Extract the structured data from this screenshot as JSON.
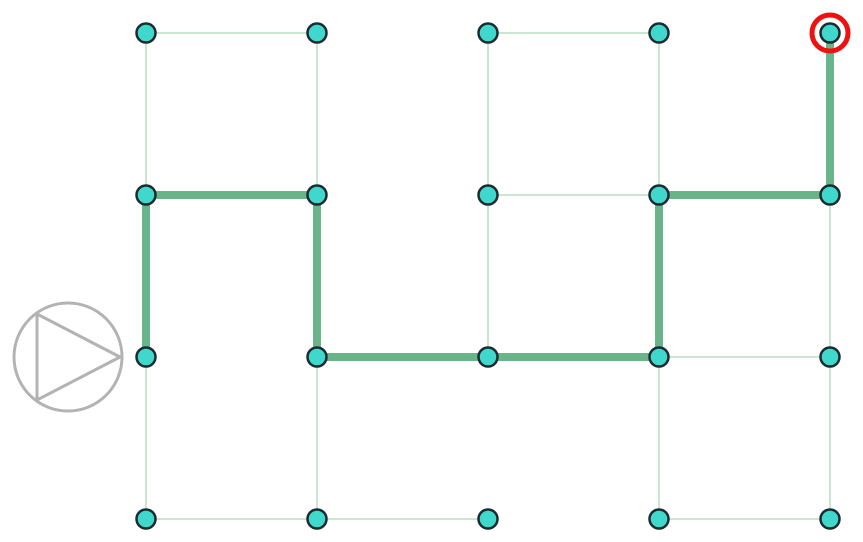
{
  "colors": {
    "background": "#ffffff",
    "node_fill": "#40d8cc",
    "node_stroke": "#1c2b2f",
    "grid_edge": "#c8e6d2",
    "path_edge": "#6ab48a",
    "target_ring": "#ee1111",
    "play_button": "#b3b3b3"
  },
  "puzzle": {
    "columns": 5,
    "rows": 4,
    "nodes": [
      {
        "col": 0,
        "row": 0
      },
      {
        "col": 1,
        "row": 0
      },
      {
        "col": 2,
        "row": 0
      },
      {
        "col": 3,
        "row": 0
      },
      {
        "col": 4,
        "row": 0
      },
      {
        "col": 0,
        "row": 1
      },
      {
        "col": 1,
        "row": 1
      },
      {
        "col": 2,
        "row": 1
      },
      {
        "col": 3,
        "row": 1
      },
      {
        "col": 4,
        "row": 1
      },
      {
        "col": 0,
        "row": 2
      },
      {
        "col": 1,
        "row": 2
      },
      {
        "col": 2,
        "row": 2
      },
      {
        "col": 3,
        "row": 2
      },
      {
        "col": 4,
        "row": 2
      },
      {
        "col": 0,
        "row": 3
      },
      {
        "col": 1,
        "row": 3
      },
      {
        "col": 2,
        "row": 3
      },
      {
        "col": 3,
        "row": 3
      },
      {
        "col": 4,
        "row": 3
      }
    ],
    "grid_edges": [
      [
        [
          0,
          0
        ],
        [
          1,
          0
        ]
      ],
      [
        [
          2,
          0
        ],
        [
          3,
          0
        ]
      ],
      [
        [
          2,
          1
        ],
        [
          3,
          1
        ]
      ],
      [
        [
          3,
          2
        ],
        [
          4,
          2
        ]
      ],
      [
        [
          0,
          3
        ],
        [
          1,
          3
        ]
      ],
      [
        [
          1,
          3
        ],
        [
          2,
          3
        ]
      ],
      [
        [
          3,
          3
        ],
        [
          4,
          3
        ]
      ],
      [
        [
          0,
          0
        ],
        [
          0,
          1
        ]
      ],
      [
        [
          1,
          0
        ],
        [
          1,
          1
        ]
      ],
      [
        [
          2,
          0
        ],
        [
          2,
          1
        ]
      ],
      [
        [
          3,
          0
        ],
        [
          3,
          1
        ]
      ],
      [
        [
          2,
          1
        ],
        [
          2,
          2
        ]
      ],
      [
        [
          4,
          1
        ],
        [
          4,
          2
        ]
      ],
      [
        [
          0,
          2
        ],
        [
          0,
          3
        ]
      ],
      [
        [
          1,
          2
        ],
        [
          1,
          3
        ]
      ],
      [
        [
          3,
          2
        ],
        [
          3,
          3
        ]
      ],
      [
        [
          4,
          2
        ],
        [
          4,
          3
        ]
      ]
    ],
    "path": [
      [
        0,
        2
      ],
      [
        0,
        1
      ],
      [
        1,
        1
      ],
      [
        1,
        2
      ],
      [
        2,
        2
      ],
      [
        3,
        2
      ],
      [
        3,
        1
      ],
      [
        4,
        1
      ],
      [
        4,
        0
      ]
    ],
    "target_node": {
      "col": 4,
      "row": 0
    }
  },
  "controls": {
    "play_icon": "play-triangle-icon"
  }
}
